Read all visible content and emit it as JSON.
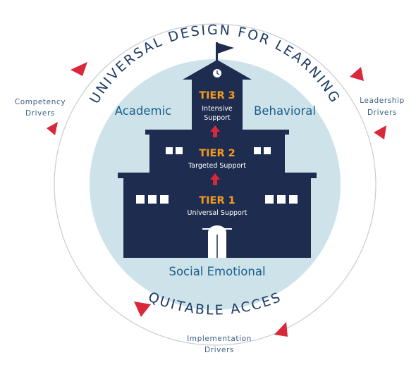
{
  "diagram": {
    "top_arc_text": "UNIVERSAL DESIGN FOR LEARNING",
    "bottom_arc_text": "EQUITABLE ACCESS",
    "drivers": {
      "left": {
        "line1": "Competency",
        "line2": "Drivers"
      },
      "right": {
        "line1": "Leadership",
        "line2": "Drivers"
      },
      "bottom": {
        "line1": "Implementation",
        "line2": "Drivers"
      }
    },
    "domains": {
      "academic": "Academic",
      "behavioral": "Behavioral",
      "social_emotional": "Social Emotional"
    },
    "tiers": [
      {
        "title": "TIER 3",
        "line1": "Intensive",
        "line2": "Support"
      },
      {
        "title": "TIER 2",
        "line1": "Targeted Support"
      },
      {
        "title": "TIER 1",
        "line1": "Universal Support"
      }
    ],
    "colors": {
      "building": "#1e2d4f",
      "inner_circle": "#cde3e9",
      "arrow": "#d8283a",
      "ring": "#c6ccd4",
      "tier_title": "#f59b1e"
    }
  }
}
